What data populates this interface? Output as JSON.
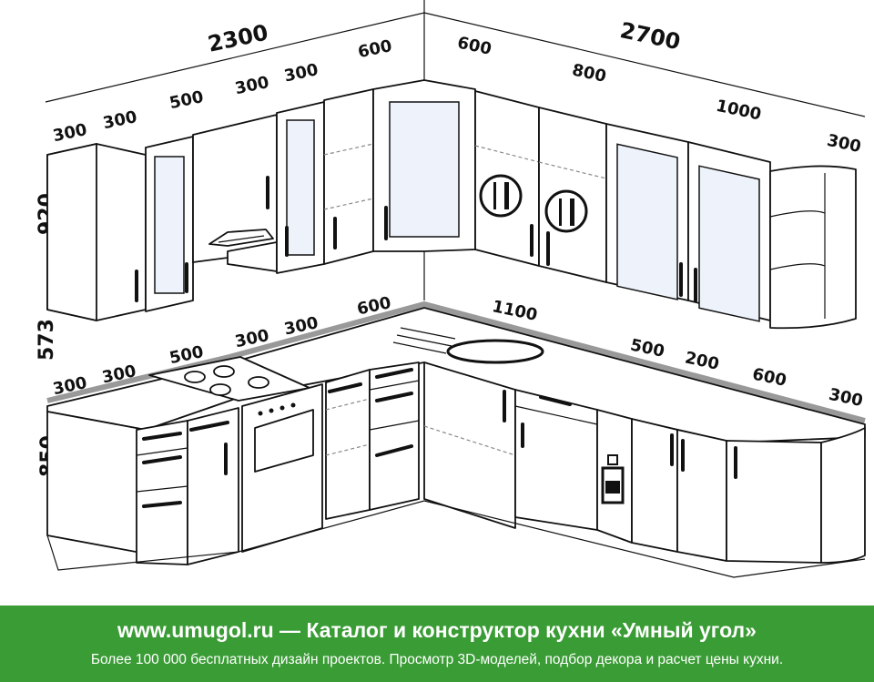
{
  "diagram": {
    "total_left_width": "2300",
    "total_right_width": "2700",
    "heights": {
      "upper_cabinets": "920",
      "backsplash": "573",
      "base_cabinets": "850"
    },
    "upper_left_dimensions": [
      "300",
      "300",
      "500",
      "300",
      "300",
      "600"
    ],
    "upper_right_dimensions": [
      "600",
      "800",
      "1000",
      "300"
    ],
    "base_left_dimensions": [
      "300",
      "300",
      "500",
      "300",
      "300",
      "600"
    ],
    "base_right_dimensions": [
      "1100",
      "500",
      "200",
      "600",
      "300"
    ]
  },
  "icons": [
    "fork-knife-plate-icon",
    "bottle-icon",
    "cooktop-burner-icon",
    "sink-icon",
    "range-hood-icon"
  ],
  "footer": {
    "title": "www.umugol.ru — Каталог и конструктор кухни «Умный угол»",
    "subtitle": "Более 100 000 бесплатных дизайн проектов. Просмотр 3D-моделей, подбор декора и расчет цены кухни."
  },
  "colors": {
    "footer_background": "#3a9c35",
    "footer_text": "#ffffff",
    "lines": "#111111",
    "countertop_edge": "#999999"
  }
}
